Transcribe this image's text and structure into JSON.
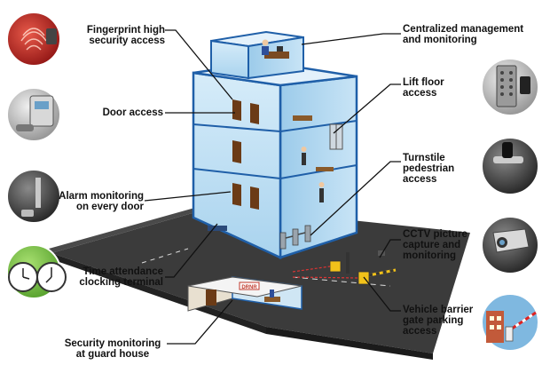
{
  "labels": {
    "fingerprint": {
      "line1": "Fingerprint high",
      "line2": "security access"
    },
    "door": {
      "line1": "Door access"
    },
    "alarm": {
      "line1": "Alarm monitoring",
      "line2": "on every door"
    },
    "time": {
      "line1": "Time attendance",
      "line2": "clocking terminal"
    },
    "guard": {
      "line1": "Security monitoring",
      "line2": "at guard house"
    },
    "central": {
      "line1": "Centralized management",
      "line2": "and monitoring"
    },
    "lift": {
      "line1": "Lift floor",
      "line2": "access"
    },
    "turnstile": {
      "line1": "Turnstile",
      "line2": "pedestrian",
      "line3": "access"
    },
    "cctv": {
      "line1": "CCTV picture",
      "line2": "capture and",
      "line3": "monitoring"
    },
    "barrier": {
      "line1": "Vehicle barrier",
      "line2": "gate parking",
      "line3": "access"
    }
  },
  "guard_house_sign": "DRNR",
  "colors": {
    "glass": "#bfe0f4",
    "frame": "#1f5fa8",
    "ground": "#3a3a3a",
    "label_text": "#111111",
    "leader_line": "#111111",
    "fingerprint_circle": "#b81d1d",
    "clock_circle": "#6cb83a",
    "barrier_arm": "#f2c21a"
  },
  "icons": [
    "fingerprint-icon",
    "door-reader-icon",
    "alarm-sensor-icon",
    "wall-clock-icon",
    "lift-keypad-icon",
    "turnstile-icon",
    "cctv-camera-icon",
    "barrier-gate-icon"
  ]
}
